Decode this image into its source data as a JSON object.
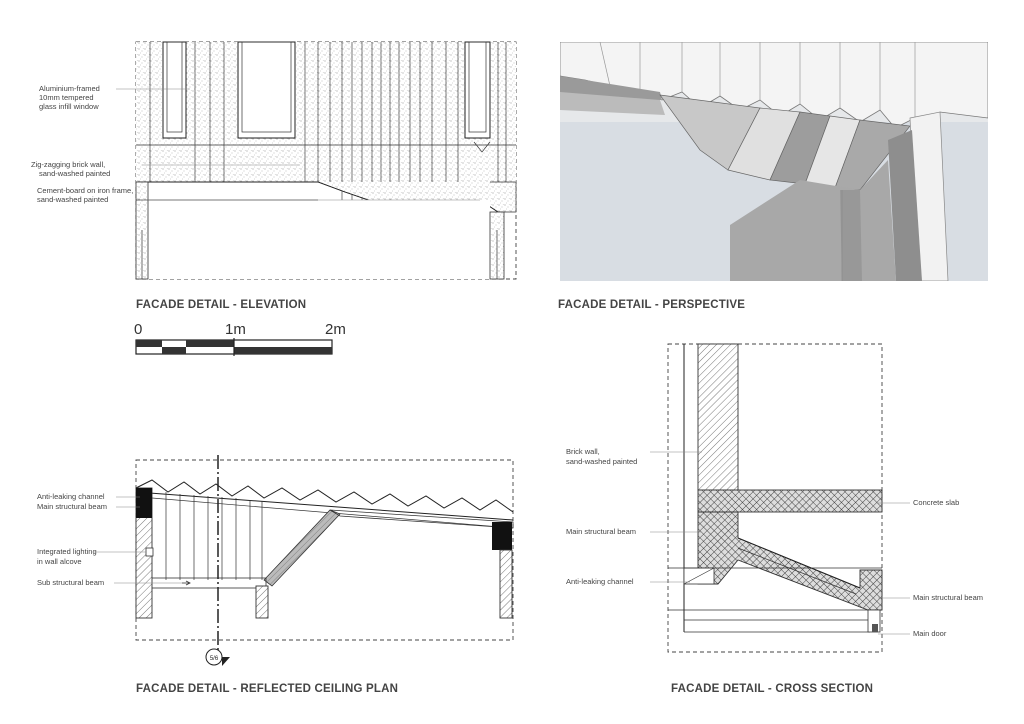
{
  "elevation": {
    "title": "FACADE DETAIL - ELEVATION",
    "labels": [
      "Aluminium-framed",
      "10mm tempered",
      "glass infill window",
      "Zig-zagging brick wall,",
      "sand-washed painted",
      "Cement-board on iron frame,",
      "sand-washed painted"
    ]
  },
  "perspective": {
    "title": "FACADE DETAIL - PERSPECTIVE"
  },
  "scale_bar": {
    "ticks": [
      "0",
      "1m",
      "2m"
    ]
  },
  "ceiling_plan": {
    "title": "FACADE DETAIL - REFLECTED CEILING PLAN",
    "labels": [
      "Anti-leaking channel",
      "Main structural beam",
      "Integrated lighting",
      "in wall alcove",
      "Sub structural beam"
    ],
    "marker": "5/6"
  },
  "cross_section": {
    "title": "FACADE DETAIL - CROSS SECTION",
    "labels_left": [
      "Brick wall,",
      "sand-washed painted",
      "Main structural beam",
      "Anti-leaking channel"
    ],
    "labels_right": [
      "Concrete slab",
      "Main structural beam",
      "Main door"
    ]
  },
  "colors": {
    "line": "#222222",
    "text": "#444444",
    "perspective_sky": "#d8dde3",
    "perspective_wall": "#b8b8b8"
  }
}
